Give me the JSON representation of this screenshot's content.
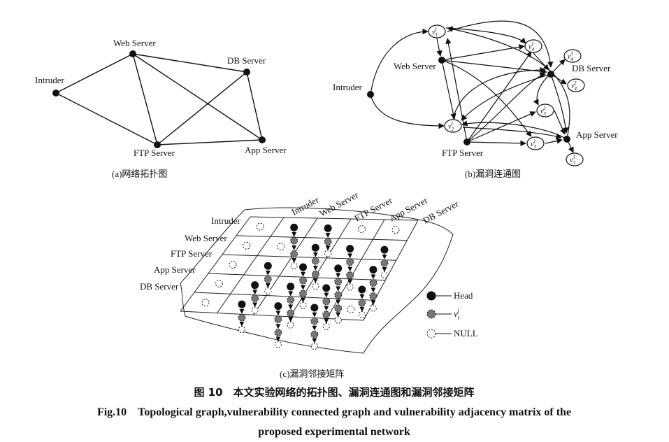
{
  "panel_a": {
    "caption": "(a)网络拓扑图",
    "nodes": {
      "intruder": "Intruder",
      "web": "Web Server",
      "db": "DB Server",
      "ftp": "FTP Server",
      "app": "App Server"
    }
  },
  "panel_b": {
    "caption": "(b)漏洞连通图",
    "hosts": {
      "intruder": "Intruder",
      "web": "Web Server",
      "db": "DB Server",
      "ftp": "FTP Server",
      "app": "App Server"
    },
    "vulns": [
      "v1|1",
      "v4|1",
      "v4|3",
      "v4|2",
      "v3|2",
      "v2|1",
      "v3|1",
      "v3|3"
    ]
  },
  "panel_c": {
    "caption": "(c)漏洞邻接矩阵",
    "column_headers": [
      "Intruder",
      "Web Server",
      "FTP Server",
      "App Server",
      "DB Server"
    ],
    "row_headers": [
      "Intruder",
      "Web Server",
      "FTP Server",
      "App Server",
      "DB Server"
    ],
    "legend": {
      "head": "Head",
      "vuln_base": "v",
      "vuln_sub": "i",
      "vuln_sup": "j",
      "null": "NULL"
    }
  },
  "caption": {
    "cn": "图 10　本文实验网络的拓扑图、漏洞连通图和漏洞邻接矩阵",
    "en_line1": "Fig.10　Topological graph,vulnerability connected graph and vulnerability adjacency matrix of the",
    "en_line2": "proposed experimental network"
  }
}
